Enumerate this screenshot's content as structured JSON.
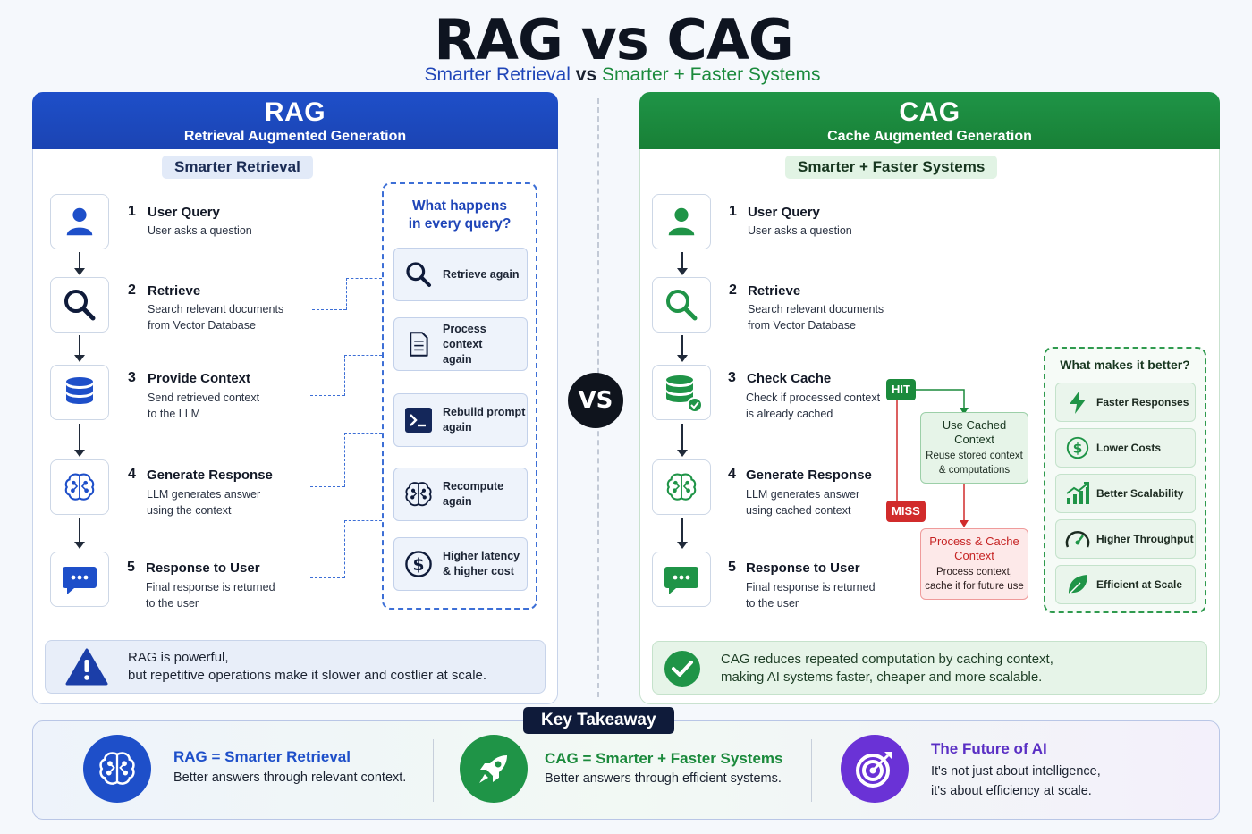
{
  "header": {
    "title": "RAG vs CAG",
    "subtitle_left": "Smarter Retrieval",
    "subtitle_vs": "vs",
    "subtitle_right": "Smarter + Faster Systems"
  },
  "colors": {
    "rag_blue": "#1e4fc9",
    "cag_green": "#1f9447",
    "hit_green": "#1b8a3c",
    "miss_red": "#d12b2b",
    "purple": "#6a32d6",
    "dark": "#0f141d"
  },
  "vs_badge": "VS",
  "rag": {
    "title": "RAG",
    "subtitle": "Retrieval Augmented Generation",
    "pill": "Smarter Retrieval",
    "steps": [
      {
        "num": "1",
        "title": "User Query",
        "desc1": "User asks a question",
        "desc2": "",
        "icon": "user-icon"
      },
      {
        "num": "2",
        "title": "Retrieve",
        "desc1": "Search relevant documents",
        "desc2": "from Vector Database",
        "icon": "search-icon"
      },
      {
        "num": "3",
        "title": "Provide Context",
        "desc1": "Send retrieved context",
        "desc2": "to the LLM",
        "icon": "database-icon"
      },
      {
        "num": "4",
        "title": "Generate Response",
        "desc1": "LLM generates answer",
        "desc2": "using the context",
        "icon": "brain-icon"
      },
      {
        "num": "5",
        "title": "Response to User",
        "desc1": "Final response is returned",
        "desc2": "to the user",
        "icon": "chat-icon"
      }
    ],
    "what_title_1": "What happens",
    "what_title_2": "in every query?",
    "what_items": [
      {
        "l1": "Retrieve again",
        "l2": "",
        "icon": "search-icon"
      },
      {
        "l1": "Process context",
        "l2": "again",
        "icon": "document-icon"
      },
      {
        "l1": "Rebuild prompt",
        "l2": "again",
        "icon": "terminal-icon"
      },
      {
        "l1": "Recompute",
        "l2": "again",
        "icon": "brain-icon"
      },
      {
        "l1": "Higher latency",
        "l2": "& higher cost",
        "icon": "dollar-icon"
      }
    ],
    "note_line1": "RAG is powerful,",
    "note_line2": "but repetitive operations make it slower and costlier at scale."
  },
  "cag": {
    "title": "CAG",
    "subtitle": "Cache Augmented Generation",
    "pill": "Smarter + Faster Systems",
    "steps": [
      {
        "num": "1",
        "title": "User Query",
        "desc1": "User asks a question",
        "desc2": "",
        "icon": "user-icon"
      },
      {
        "num": "2",
        "title": "Retrieve",
        "desc1": "Search relevant documents",
        "desc2": "from Vector Database",
        "icon": "search-icon"
      },
      {
        "num": "3",
        "title": "Check Cache",
        "desc1": "Check if processed context",
        "desc2": "is already cached",
        "icon": "database-check-icon"
      },
      {
        "num": "4",
        "title": "Generate Response",
        "desc1": "LLM generates answer",
        "desc2": "using cached context",
        "icon": "brain-icon"
      },
      {
        "num": "5",
        "title": "Response to User",
        "desc1": "Final response is returned",
        "desc2": "to the user",
        "icon": "chat-icon"
      }
    ],
    "hit": "HIT",
    "miss": "MISS",
    "use_cached": {
      "t1": "Use Cached",
      "t2": "Context",
      "d1": "Reuse stored context",
      "d2": "& computations"
    },
    "process_cache": {
      "t1": "Process & Cache",
      "t2": "Context",
      "d1": "Process context,",
      "d2": "cache it for future use"
    },
    "better_title": "What makes it better?",
    "better_items": [
      {
        "label": "Faster Responses",
        "icon": "lightning-icon"
      },
      {
        "label": "Lower Costs",
        "icon": "dollar-icon"
      },
      {
        "label": "Better Scalability",
        "icon": "growth-chart-icon"
      },
      {
        "label": "Higher Throughput",
        "icon": "speedometer-icon"
      },
      {
        "label": "Efficient at Scale",
        "icon": "leaf-icon"
      }
    ],
    "note_line1": "CAG reduces repeated computation by caching context,",
    "note_line2": "making AI systems faster, cheaper and more scalable."
  },
  "takeaway": {
    "label": "Key Takeaway",
    "items": [
      {
        "title": "RAG = Smarter Retrieval",
        "desc1": "Better answers through relevant context.",
        "desc2": "",
        "icon": "brain-icon"
      },
      {
        "title": "CAG = Smarter + Faster Systems",
        "desc1": "Better answers through efficient systems.",
        "desc2": "",
        "icon": "rocket-icon"
      },
      {
        "title": "The Future of AI",
        "desc1": "It's not just about intelligence,",
        "desc2": "it's about efficiency at scale.",
        "icon": "target-icon"
      }
    ]
  }
}
